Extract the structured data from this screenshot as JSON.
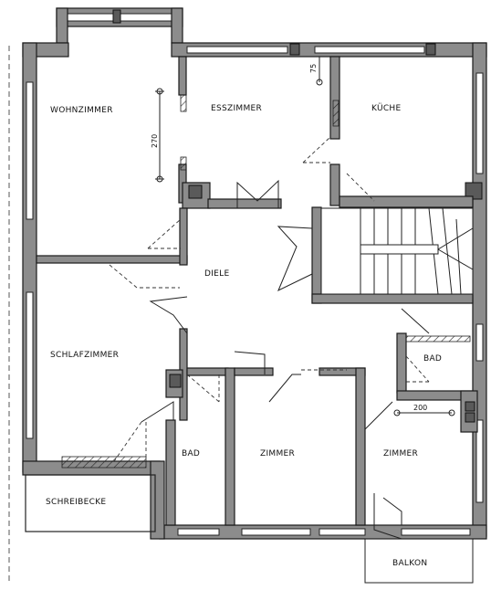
{
  "rooms": {
    "wohnzimmer": "WOHNZIMMER",
    "esszimmer": "ESSZIMMER",
    "kueche": "KÜCHE",
    "diele": "DIELE",
    "schlafzimmer": "SCHLAFZIMMER",
    "bad_right": "BAD",
    "bad_center": "BAD",
    "zimmer_center": "ZIMMER",
    "zimmer_right": "ZIMMER",
    "schreibecke": "SCHREIBECKE",
    "balkon": "BALKON"
  },
  "dimensions": {
    "d270": "270",
    "d75": "75",
    "d200": "200"
  }
}
